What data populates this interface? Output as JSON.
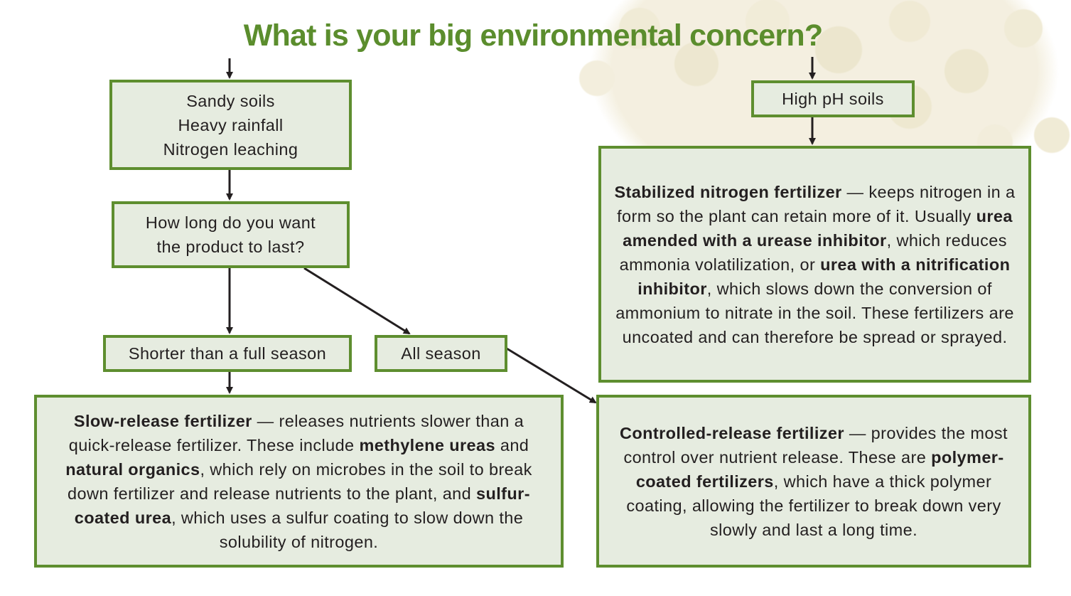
{
  "title": "What is your big environmental concern?",
  "concern_box": {
    "lines": [
      "Sandy soils",
      "Heavy rainfall",
      "Nitrogen leaching"
    ]
  },
  "duration_question": {
    "lines": [
      "How long do you want",
      "the product to last?"
    ]
  },
  "option_short": "Shorter than a full season",
  "option_all": "All season",
  "high_ph": "High pH soils",
  "slow_release": {
    "segments": [
      {
        "text": "Slow-release fertilizer",
        "bold": true
      },
      {
        "text": " — releases nutrients slower than a quick-release fertilizer. These include ",
        "bold": false
      },
      {
        "text": "methylene ureas",
        "bold": true
      },
      {
        "text": " and ",
        "bold": false
      },
      {
        "text": "natural organics",
        "bold": true
      },
      {
        "text": ", which rely on microbes in the soil to break down fertilizer and release nutrients to the plant, and ",
        "bold": false
      },
      {
        "text": "sulfur-coated urea",
        "bold": true
      },
      {
        "text": ", which uses a sulfur coating to slow down the solubility of nitrogen.",
        "bold": false
      }
    ]
  },
  "stabilized": {
    "segments": [
      {
        "text": "Stabilized nitrogen fertilizer",
        "bold": true
      },
      {
        "text": " — keeps nitrogen in a form so the plant can retain more of it. Usually ",
        "bold": false
      },
      {
        "text": "urea amended with a urease inhibitor",
        "bold": true
      },
      {
        "text": ", which reduces ammonia volatilization, or ",
        "bold": false
      },
      {
        "text": "urea with a nitrification inhibitor",
        "bold": true
      },
      {
        "text": ", which slows down the conversion of ammonium to nitrate in the soil. These fertilizers are uncoated and can therefore be spread or sprayed.",
        "bold": false
      }
    ]
  },
  "controlled": {
    "segments": [
      {
        "text": "Controlled-release fertilizer",
        "bold": true
      },
      {
        "text": " — provides the most control over nutrient release. These are ",
        "bold": false
      },
      {
        "text": "polymer-coated fertilizers",
        "bold": true
      },
      {
        "text": ", which have a thick polymer coating, allowing the fertilizer to break down very slowly and last a long time.",
        "bold": false
      }
    ]
  },
  "colors": {
    "green": "#5e8e2f",
    "box_fill": "#e6ece0",
    "text": "#231f20"
  }
}
